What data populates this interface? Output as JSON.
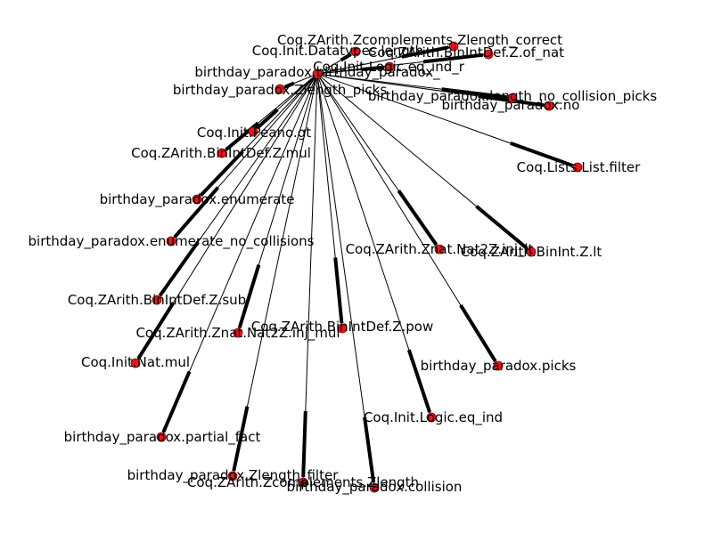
{
  "graph": {
    "center": "birthday_paradox.birthday_paradox_",
    "nodes": [
      {
        "id": "center",
        "label": "birthday_paradox.birthday_paradox_"
      },
      {
        "id": "n1",
        "label": "Coq.ZArith.Zcomplements.Zlength_correct"
      },
      {
        "id": "n2",
        "label": "Coq.Init.Datatypes.length"
      },
      {
        "id": "n3",
        "label": "Coq.ZArith.BinIntDef.Z.of_nat"
      },
      {
        "id": "n4",
        "label": "Coq.Init.Logic.eq_ind_r"
      },
      {
        "id": "n5",
        "label": "birthday_paradox.Zlength_picks"
      },
      {
        "id": "n6",
        "label": "birthday_paradox.length_no_collision_picks"
      },
      {
        "id": "n7",
        "label": "birthday_paradox.no"
      },
      {
        "id": "n8",
        "label": "Coq.Init.Peano.gt"
      },
      {
        "id": "n9",
        "label": "Coq.ZArith.BinIntDef.Z.mul"
      },
      {
        "id": "n10",
        "label": "Coq.Lists.List.filter"
      },
      {
        "id": "n11",
        "label": "birthday_paradox.enumerate"
      },
      {
        "id": "n12",
        "label": "birthday_paradox.enumerate_no_collisions"
      },
      {
        "id": "n13",
        "label": "Coq.ZArith.Znat.Nat2Z.inj_lt"
      },
      {
        "id": "n14",
        "label": "Coq.ZArith.BinInt.Z.lt"
      },
      {
        "id": "n15",
        "label": "Coq.ZArith.BinIntDef.Z.sub"
      },
      {
        "id": "n16",
        "label": "Coq.ZArith.BinIntDef.Z.pow"
      },
      {
        "id": "n17",
        "label": "Coq.ZArith.Znat.Nat2Z.inj_mul"
      },
      {
        "id": "n18",
        "label": "Coq.Init.Nat.mul"
      },
      {
        "id": "n19",
        "label": "birthday_paradox.picks"
      },
      {
        "id": "n20",
        "label": "Coq.Init.Logic.eq_ind"
      },
      {
        "id": "n21",
        "label": "birthday_paradox.partial_fact"
      },
      {
        "id": "n22",
        "label": "birthday_paradox.Zlength_filter"
      },
      {
        "id": "n23",
        "label": "Coq.ZArith.Zcomplements.Zlength"
      },
      {
        "id": "n24",
        "label": "birthday_paradox.collision"
      }
    ]
  },
  "colors": {
    "node_fill": "#e8141c",
    "edge": "#000000",
    "background": "#ffffff"
  }
}
